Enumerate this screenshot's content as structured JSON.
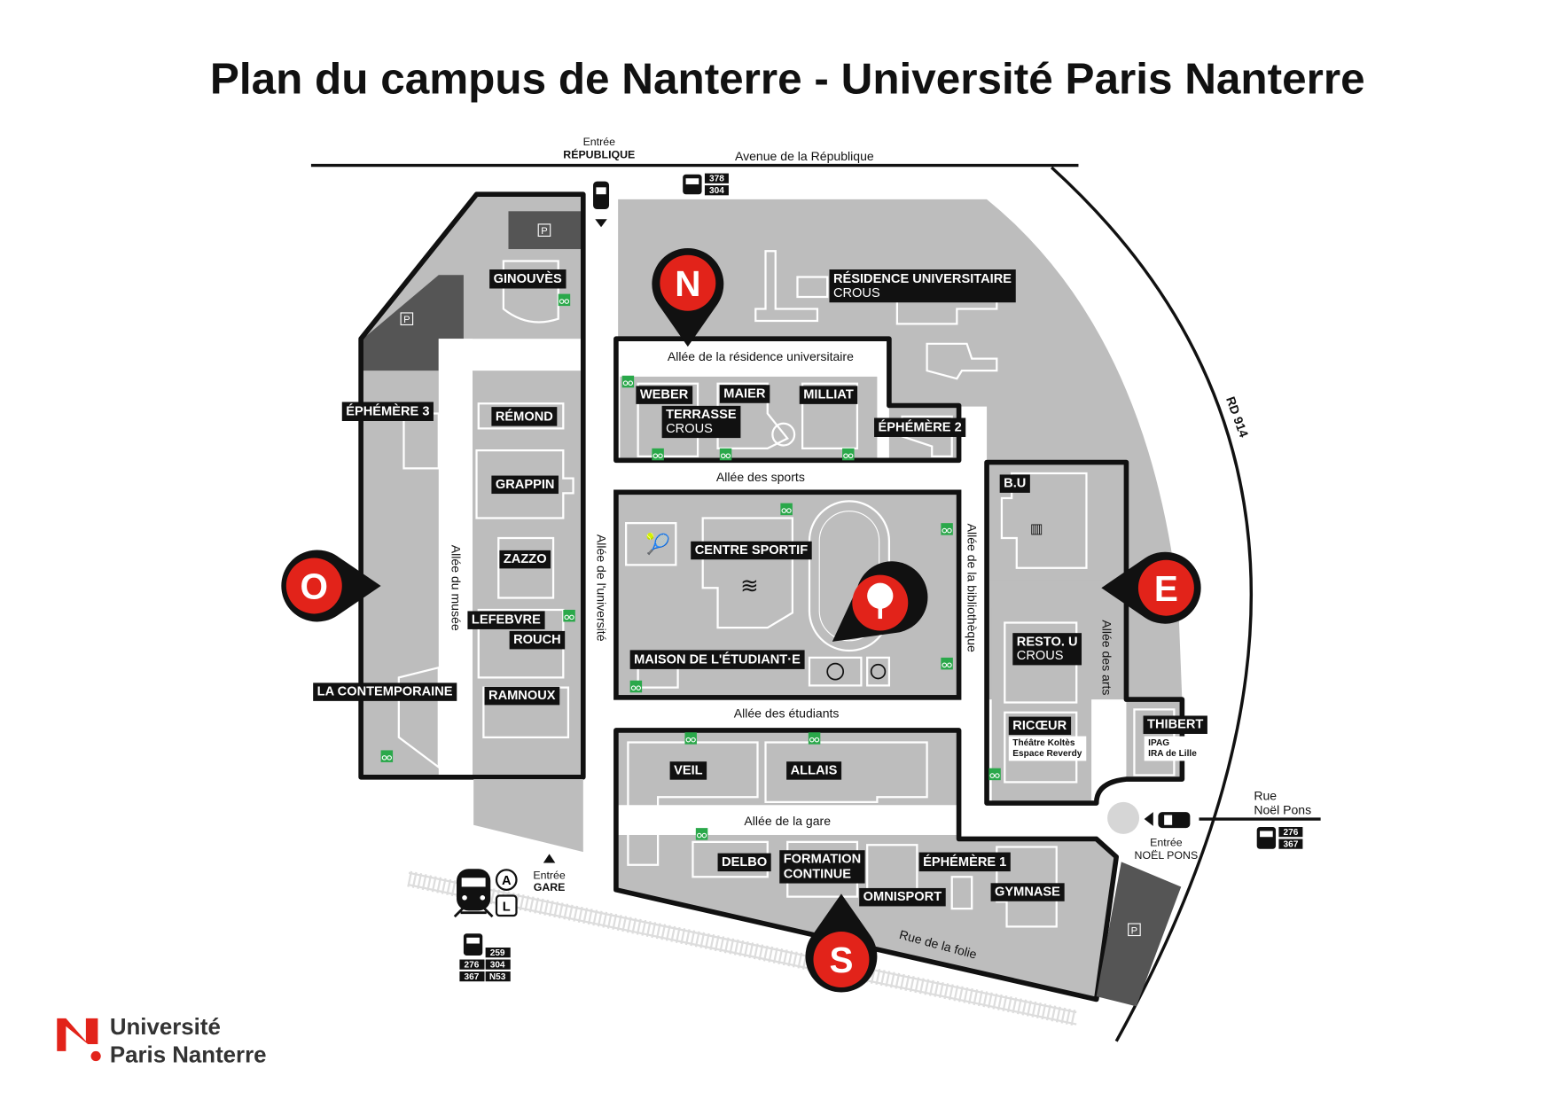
{
  "title": "Plan du campus de Nanterre - Université Paris Nanterre",
  "streets": {
    "avenue": "Avenue de la République",
    "rd914": "RD 914",
    "rue_folie": "Rue de la folie",
    "rue_noel_pons_1": "Rue",
    "rue_noel_pons_2": "Noël Pons"
  },
  "entrances": {
    "republique": {
      "line1": "Entrée",
      "line2": "RÉPUBLIQUE"
    },
    "gare": {
      "line1": "Entrée",
      "line2": "GARE"
    },
    "noel_pons": {
      "line1": "Entrée",
      "line2": "NOËL PONS"
    }
  },
  "alleys": {
    "residence": "Allée de la résidence universitaire",
    "sports": "Allée des sports",
    "etudiants": "Allée des étudiants",
    "gare": "Allée de la gare",
    "musee": "Allée du musée",
    "universite": "Allée de l'université",
    "bibliotheque": "Allée de la bibliothèque",
    "arts": "Allée des arts"
  },
  "buildings": {
    "ginouves": "GINOUVÈS",
    "residence": "RÉSIDENCE UNIVERSITAIRE",
    "residence_sub": "CROUS",
    "ephemere3": "ÉPHÉMÈRE 3",
    "remond": "RÉMOND",
    "grappin": "GRAPPIN",
    "zazzo": "ZAZZO",
    "lefebvre": "LEFEBVRE",
    "rouch": "ROUCH",
    "ramnoux": "RAMNOUX",
    "contemporaine": "LA CONTEMPORAINE",
    "weber": "WEBER",
    "maier": "MAIER",
    "milliat": "MILLIAT",
    "terrasse": "TERRASSE",
    "terrasse_sub": "CROUS",
    "ephemere2": "ÉPHÉMÈRE 2",
    "bu": "B.U",
    "centre_sportif": "CENTRE SPORTIF",
    "maison_etudiant": "MAISON DE L'ÉTUDIANT·E",
    "resto": "RESTO. U",
    "resto_sub": "CROUS",
    "ricoeur": "RICŒUR",
    "ricoeur_sub1": "Théâtre Koltès",
    "ricoeur_sub2": "Espace Reverdy",
    "thibert": "THIBERT",
    "thibert_sub1": "IPAG",
    "thibert_sub2": "IRA de Lille",
    "veil": "VEIL",
    "allais": "ALLAIS",
    "delbo": "DELBO",
    "formation": "FORMATION",
    "formation_sub": "CONTINUE",
    "ephemere1": "ÉPHÉMÈRE 1",
    "omnisport": "OMNISPORT",
    "gymnase": "GYMNASE"
  },
  "markers": {
    "north": "N",
    "west": "O",
    "east": "E",
    "south": "S"
  },
  "transit": {
    "bus_republique": [
      "378",
      "304"
    ],
    "bus_noel_pons": [
      "276",
      "367"
    ],
    "bus_gare": [
      "259",
      "276",
      "304",
      "367",
      "N53"
    ],
    "rer": "A",
    "train": "L"
  },
  "parking": "P",
  "logo": {
    "line1": "Université",
    "line2": "Paris Nanterre"
  },
  "colors": {
    "red": "#e2231a",
    "gray": "#bdbdbd",
    "dark_gray": "#555555",
    "bike_green": "#2aa84a"
  }
}
